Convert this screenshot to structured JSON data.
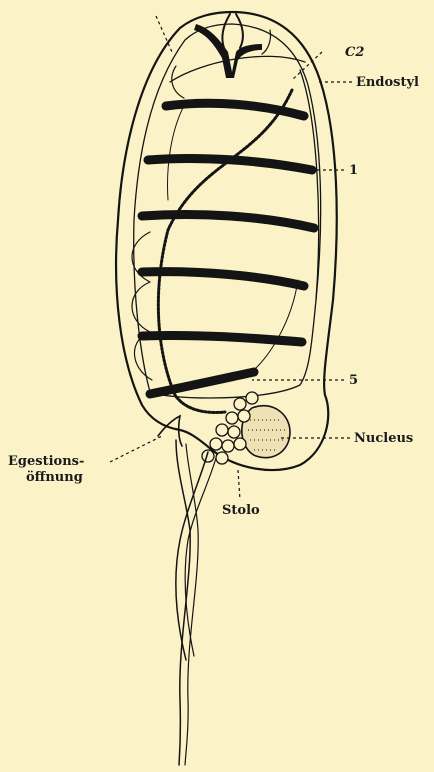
{
  "figure": {
    "background_color": "#fbf3c7",
    "ink_color": "#141414",
    "labels": {
      "c2": "C2",
      "endostyl": "Endostyl",
      "muscle_1": "1",
      "muscle_5": "5",
      "nucleus": "Nucleus",
      "egestion_line1": "Egestions-",
      "egestion_line2": "öffnung",
      "stolo": "Stolo"
    }
  }
}
